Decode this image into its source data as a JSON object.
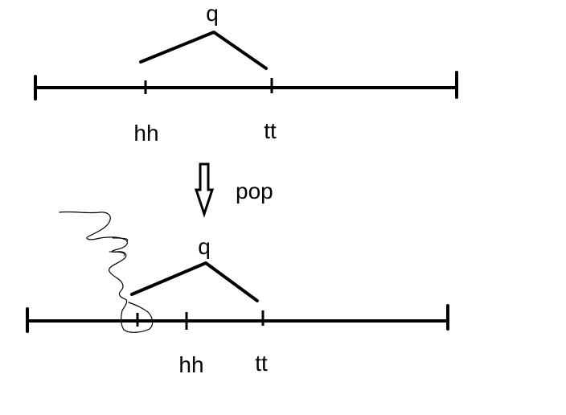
{
  "diagram": {
    "top": {
      "queue_label": "q",
      "head_label": "hh",
      "tail_label": "tt"
    },
    "operation": {
      "label": "pop"
    },
    "bottom": {
      "queue_label": "q",
      "head_label": "hh",
      "tail_label": "tt"
    }
  },
  "colors": {
    "ink": "#000000",
    "scribble": "#000000"
  }
}
